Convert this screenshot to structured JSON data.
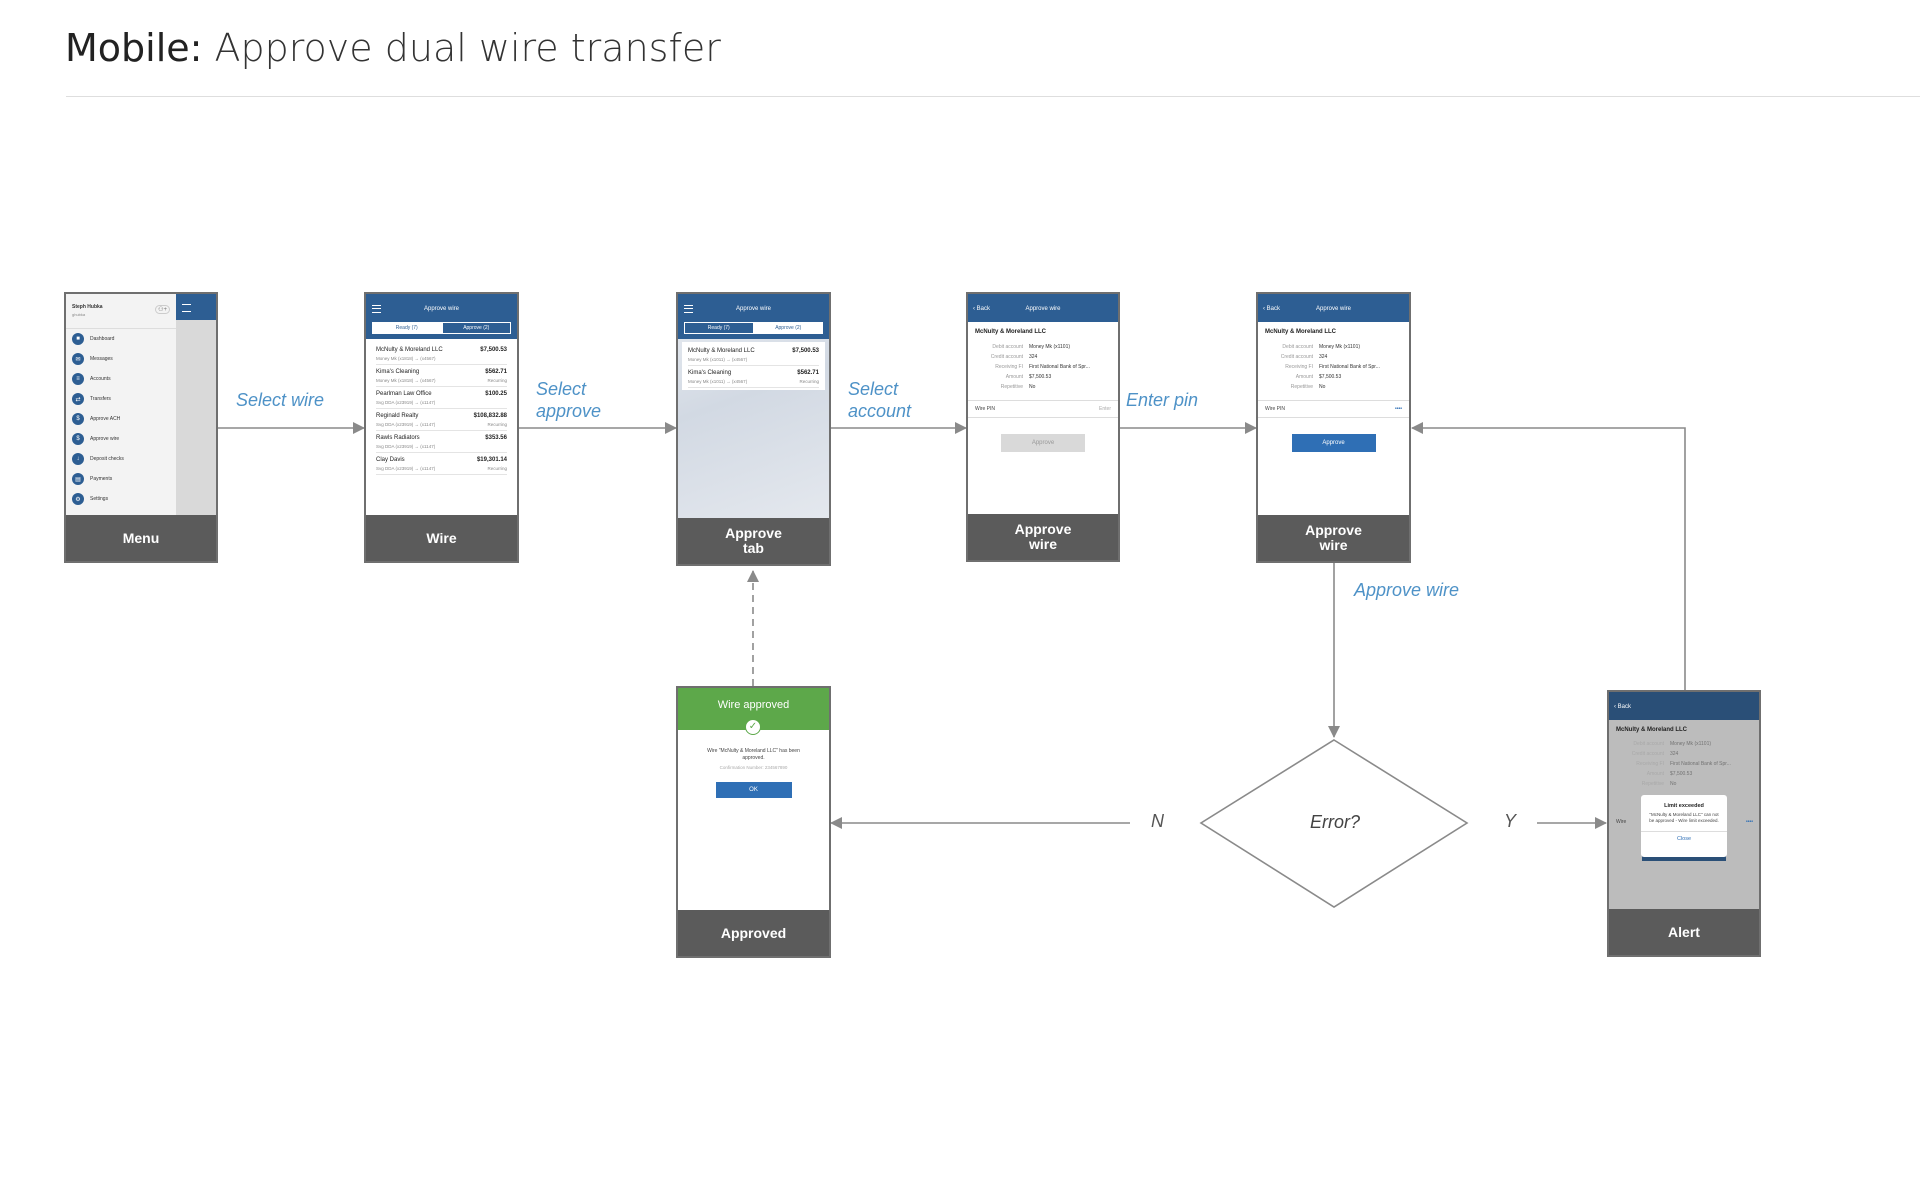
{
  "header": {
    "prefix": "Mobile:",
    "title": " Approve dual wire transfer"
  },
  "menu_screen": {
    "caption": "Menu",
    "user_name": "Steph Hubka",
    "user_sub": "ghubka",
    "items": [
      {
        "icon": "dashboard-icon",
        "glyph": "■",
        "label": "Dashboard"
      },
      {
        "icon": "messages-icon",
        "glyph": "✉",
        "label": "Messages"
      },
      {
        "icon": "accounts-icon",
        "glyph": "≡",
        "label": "Accounts"
      },
      {
        "icon": "transfers-icon",
        "glyph": "⇄",
        "label": "Transfers"
      },
      {
        "icon": "ach-icon",
        "glyph": "$",
        "label": "Approve ACH"
      },
      {
        "icon": "wire-icon",
        "glyph": "$",
        "label": "Approve wire"
      },
      {
        "icon": "deposit-icon",
        "glyph": "↓",
        "label": "Deposit checks"
      },
      {
        "icon": "payments-icon",
        "glyph": "▤",
        "label": "Payments"
      },
      {
        "icon": "settings-icon",
        "glyph": "⚙",
        "label": "Settings"
      }
    ]
  },
  "wire_screen": {
    "caption": "Wire",
    "title": "Approve wire",
    "tab_ready": "Ready (7)",
    "tab_approve": "Approve (2)",
    "items": [
      {
        "name": "McNulty & Moreland LLC",
        "amount": "$7,500.53",
        "sub": "Money Mk (x1818) → (x4567)",
        "note": ""
      },
      {
        "name": "Kima's Cleaning",
        "amount": "$562.71",
        "sub": "Money Mk (x1818) → (x4567)",
        "note": "Recurring"
      },
      {
        "name": "Pearlman Law Office",
        "amount": "$100.25",
        "sub": "Svg DDA (x23919) → (x1147)",
        "note": ""
      },
      {
        "name": "Reginald Realty",
        "amount": "$108,832.88",
        "sub": "Svg DDA (x23919) → (x1147)",
        "note": "Recurring"
      },
      {
        "name": "Rawls Radiators",
        "amount": "$353.56",
        "sub": "Svg DDA (x23919) → (x1147)",
        "note": ""
      },
      {
        "name": "Clay Davis",
        "amount": "$19,301.14",
        "sub": "Svg DDA (x23919) → (x1147)",
        "note": "Recurring"
      }
    ]
  },
  "approve_tab_screen": {
    "caption": "Approve\ntab",
    "title": "Approve wire",
    "tab_ready": "Ready (7)",
    "tab_approve": "Approve (2)",
    "items": [
      {
        "name": "McNulty & Moreland LLC",
        "amount": "$7,500.53",
        "sub": "Money Mk (x1011) → (x4567)",
        "note": ""
      },
      {
        "name": "Kima's Cleaning",
        "amount": "$562.71",
        "sub": "Money Mk (x1011) → (x4567)",
        "note": "Recurring"
      }
    ]
  },
  "detail": {
    "back": "‹ Back",
    "title": "Approve wire",
    "company": "McNulty & Moreland LLC",
    "rows": [
      {
        "label": "Debit account",
        "value": "Money Mk (x1101)"
      },
      {
        "label": "Credit account",
        "value": "324"
      },
      {
        "label": "Receiving FI",
        "value": "First National Bank of Spr..."
      },
      {
        "label": "Amount",
        "value": "$7,500.53"
      },
      {
        "label": "Repetitive",
        "value": "No"
      }
    ],
    "pin_label": "Wire PIN",
    "pin_empty": "Enter",
    "pin_filled": "••••",
    "approve_label": "Approve"
  },
  "approve_wire_1": {
    "caption": "Approve\nwire"
  },
  "approve_wire_2": {
    "caption": "Approve\nwire"
  },
  "approved_screen": {
    "caption": "Approved",
    "banner": "Wire approved",
    "message": "Wire \"McNulty & Moreland LLC\" has been approved.",
    "confirmation": "Confirmation Number: 234567890",
    "ok_label": "OK"
  },
  "alert_screen": {
    "caption": "Alert",
    "back": "‹ Back",
    "company": "McNulty & Moreland LLC",
    "pin_label": "Wire",
    "alert_title": "Limit exceeded",
    "alert_message": "\"McNulty & Moreland LLC\" can not be approved - Wire limit exceeded.",
    "close_label": "Close"
  },
  "flow_labels": {
    "select_wire": "Select wire",
    "select_approve": "Select\napprove",
    "select_account": "Select\naccount",
    "enter_pin": "Enter pin",
    "approve_wire": "Approve wire",
    "decision": "Error?",
    "no": "N",
    "yes": "Y"
  },
  "colors": {
    "brand_blue": "#2d5e93",
    "button_blue": "#2f6fb5",
    "success_green": "#5da84a",
    "label_blue": "#4e92c7",
    "caption_gray": "#5b5b5b"
  }
}
